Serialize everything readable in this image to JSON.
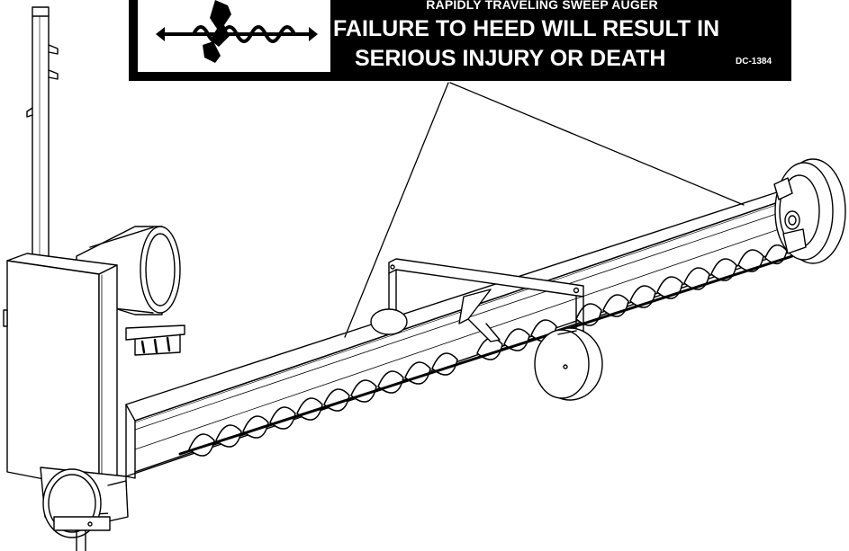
{
  "decal": {
    "line_small": "RAPIDLY TRAVELING SWEEP AUGER",
    "line_1": "FAILURE TO HEED WILL RESULT IN",
    "line_2": "SERIOUS INJURY OR DEATH",
    "code": "DC-1384",
    "icon": "auger-entanglement-hazard-icon"
  },
  "colors": {
    "ink": "#000000",
    "paper": "#ffffff",
    "shade": "#d9d9d9"
  }
}
